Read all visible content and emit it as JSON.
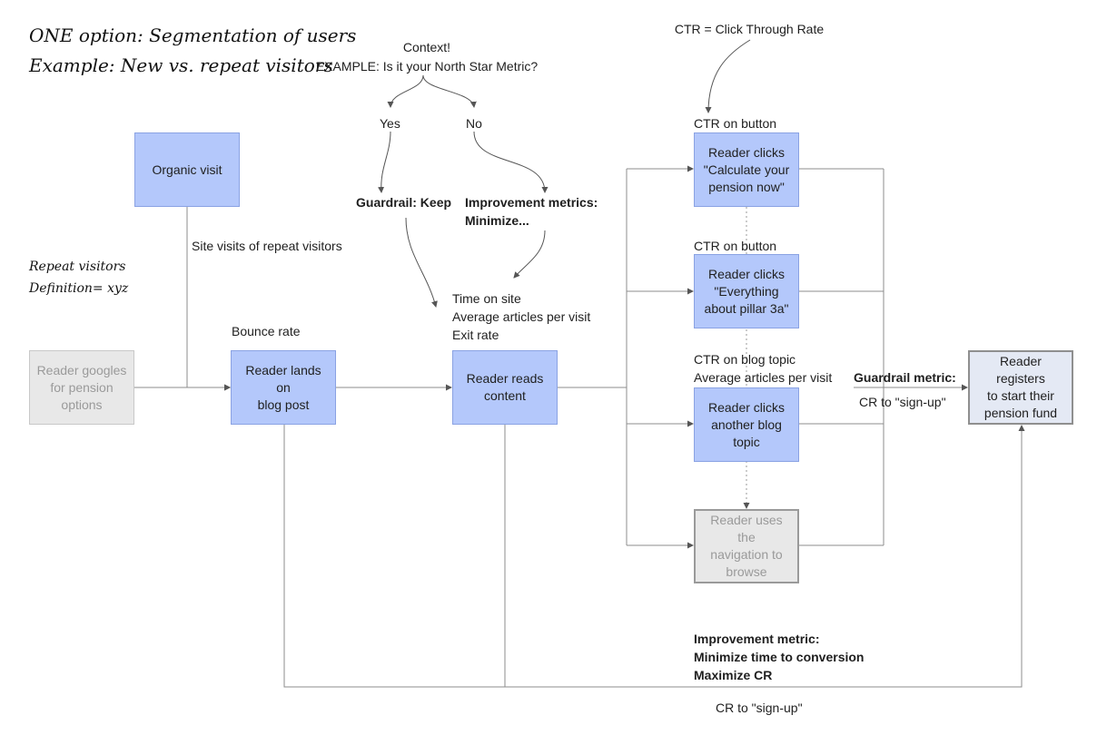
{
  "notes": {
    "segmentation_title": "ONE option: Segmentation of users",
    "segmentation_example": "Example: New vs. repeat visitors",
    "repeat_visitors": "Repeat visitors",
    "repeat_definition": "Definition= xyz"
  },
  "context": {
    "line1": "Context!",
    "line2": "EXAMPLE: Is it your North Star Metric?",
    "yes": "Yes",
    "no": "No"
  },
  "ctr_definition": "CTR = Click Through Rate",
  "nodes": {
    "reader_googles": "Reader googles\nfor pension\noptions",
    "organic_visit": "Organic visit",
    "reader_lands": "Reader lands on\nblog post",
    "reader_reads": "Reader reads\ncontent",
    "clicks_calculate": "Reader clicks\n\"Calculate your\npension now\"",
    "clicks_pillar": "Reader clicks\n\"Everything\nabout pillar 3a\"",
    "clicks_blog_topic": "Reader clicks\nanother blog\ntopic",
    "uses_navigation": "Reader uses the\nnavigation to\nbrowse",
    "registers": "Reader registers\nto start their\npension fund"
  },
  "labels": {
    "site_visits_repeat": "Site visits of repeat visitors",
    "bounce_rate": "Bounce rate",
    "guardrail_keep": "Guardrail: Keep",
    "improvement_metrics": "Improvement metrics:\nMinimize...",
    "time_metrics": "Time on site\nAverage articles per visit\nExit rate",
    "ctr_on_button_1": "CTR on button",
    "ctr_on_button_2": "CTR on button",
    "ctr_blog_topic": "CTR on blog topic\nAverage articles per visit",
    "guardrail_metric": "Guardrail metric:",
    "cr_signup_right": "CR to \"sign-up\"",
    "improvement_metric_bottom": "Improvement metric:\nMinimize time to conversion\nMaximize CR",
    "cr_signup_bottom": "CR to \"sign-up\""
  },
  "colors": {
    "node_blue": "#b4c8fb",
    "node_grey": "#e8e8e8",
    "node_registers": "#e4e9f4",
    "line": "#8c8c8c"
  }
}
